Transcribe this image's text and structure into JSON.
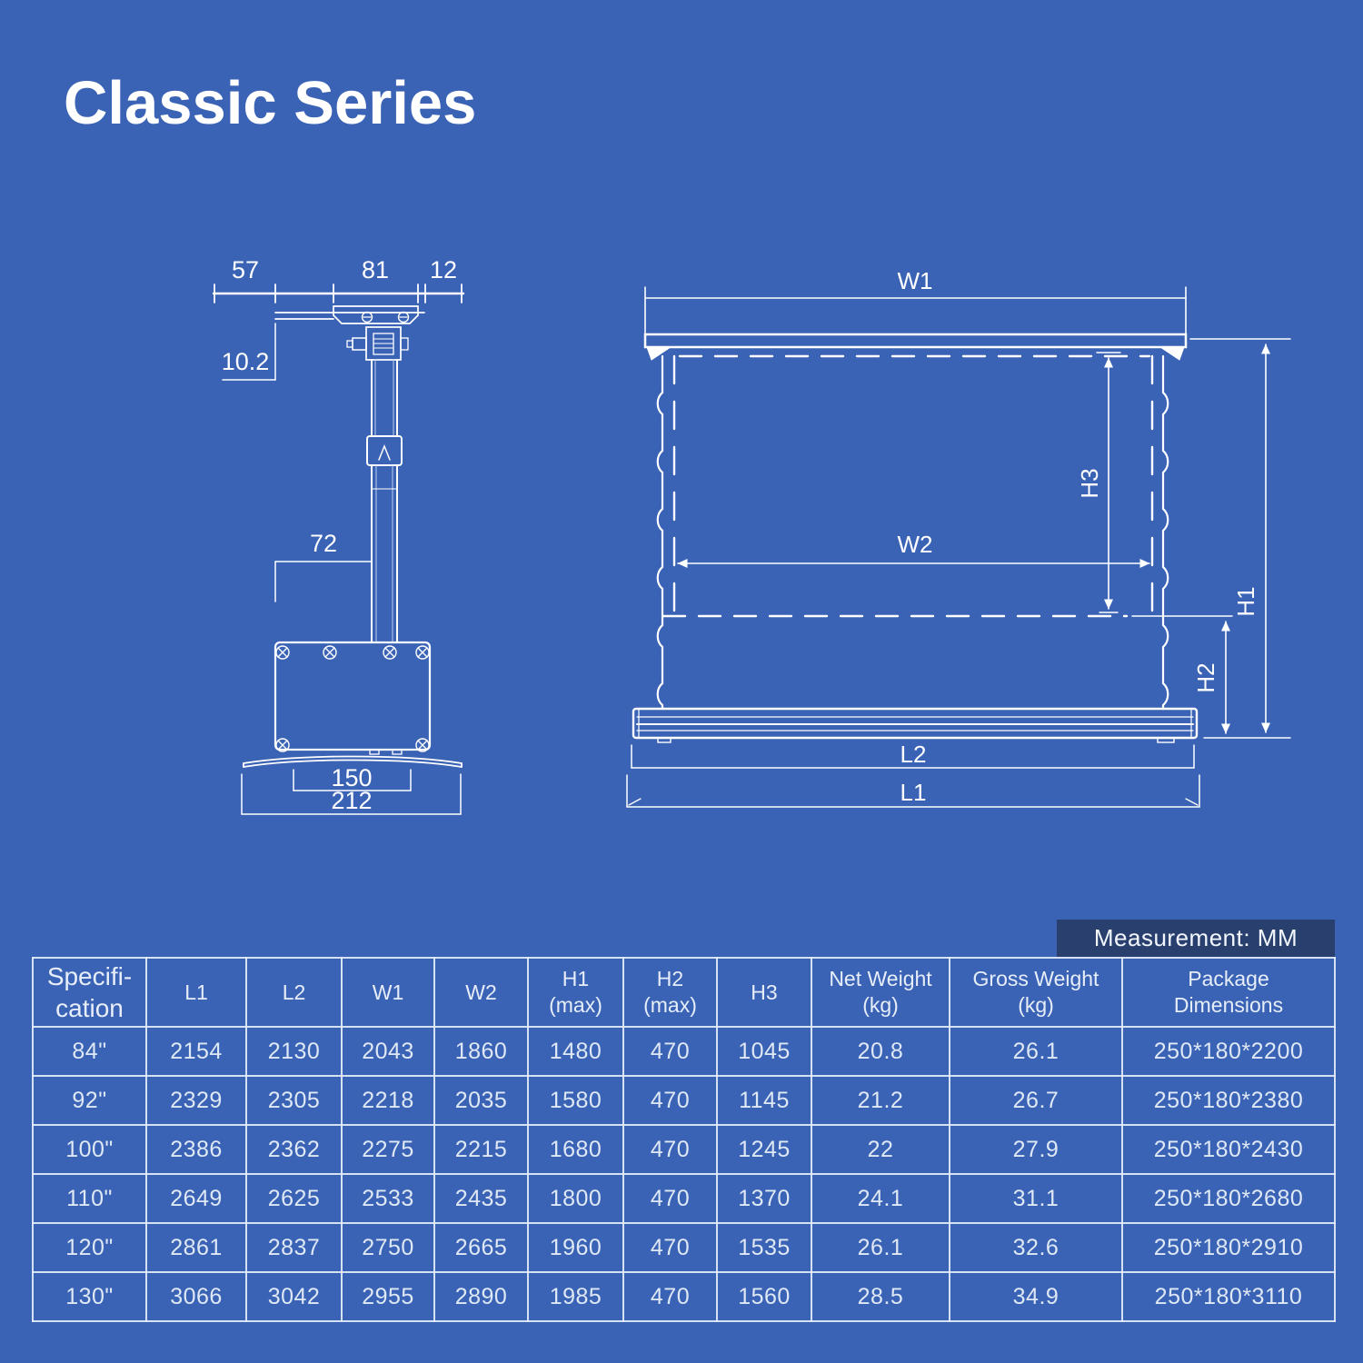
{
  "page": {
    "title": "Classic Series"
  },
  "colors": {
    "background": "#3A63B5",
    "badge_background": "#29406F",
    "drawing_line": "#FFFFFF",
    "table_border": "#E4EDF9",
    "text": "#E7EEF9"
  },
  "badge": {
    "text": "Measurement: MM"
  },
  "side_view": {
    "labels": {
      "d57": "57",
      "d81": "81",
      "d12": "12",
      "d102": "10.2",
      "d72": "72",
      "d150": "150",
      "d212": "212"
    }
  },
  "front_view": {
    "labels": {
      "w1": "W1",
      "w2": "W2",
      "h1": "H1",
      "h2": "H2",
      "h3": "H3",
      "l1": "L1",
      "l2": "L2"
    }
  },
  "table": {
    "headers": [
      {
        "label": "Specifi-",
        "sub": "cation"
      },
      {
        "label": "L1"
      },
      {
        "label": "L2"
      },
      {
        "label": "W1"
      },
      {
        "label": "W2"
      },
      {
        "label": "H1",
        "sub": "(max)"
      },
      {
        "label": "H2",
        "sub": "(max)"
      },
      {
        "label": "H3"
      },
      {
        "label": "Net Weight",
        "sub": "(kg)"
      },
      {
        "label": "Gross Weight",
        "sub": "(kg)"
      },
      {
        "label": "Package",
        "sub": "Dimensions"
      }
    ],
    "rows": [
      {
        "spec": "84\"",
        "cells": [
          "2154",
          "2130",
          "2043",
          "1860",
          "1480",
          "470",
          "1045",
          "20.8",
          "26.1",
          "250*180*2200"
        ]
      },
      {
        "spec": "92\"",
        "cells": [
          "2329",
          "2305",
          "2218",
          "2035",
          "1580",
          "470",
          "1145",
          "21.2",
          "26.7",
          "250*180*2380"
        ]
      },
      {
        "spec": "100\"",
        "cells": [
          "2386",
          "2362",
          "2275",
          "2215",
          "1680",
          "470",
          "1245",
          "22",
          "27.9",
          "250*180*2430"
        ]
      },
      {
        "spec": "110\"",
        "cells": [
          "2649",
          "2625",
          "2533",
          "2435",
          "1800",
          "470",
          "1370",
          "24.1",
          "31.1",
          "250*180*2680"
        ]
      },
      {
        "spec": "120\"",
        "cells": [
          "2861",
          "2837",
          "2750",
          "2665",
          "1960",
          "470",
          "1535",
          "26.1",
          "32.6",
          "250*180*2910"
        ]
      },
      {
        "spec": "130\"",
        "cells": [
          "3066",
          "3042",
          "2955",
          "2890",
          "1985",
          "470",
          "1560",
          "28.5",
          "34.9",
          "250*180*3110"
        ]
      }
    ]
  }
}
